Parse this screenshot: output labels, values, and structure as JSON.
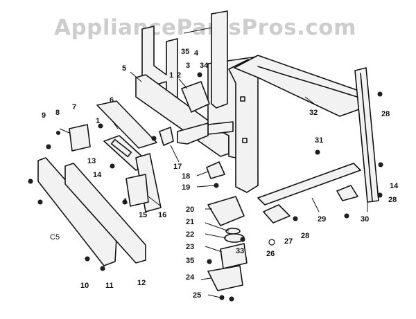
{
  "watermark": "AppliancePartsPros.com",
  "section_code": "C5",
  "labels": {
    "n1": "1",
    "n2": "2",
    "n3": "3",
    "n4": "4",
    "n5": "5",
    "n6": "6",
    "n7": "7",
    "n8": "8",
    "n9": "9",
    "n10": "10",
    "n11": "11",
    "n12": "12",
    "n13": "13",
    "n14a": "14",
    "n14b": "14",
    "n15": "15",
    "n16": "16",
    "n17": "17",
    "n18": "18",
    "n19": "19",
    "n20": "20",
    "n21": "21",
    "n22": "22",
    "n23": "23",
    "n24": "24",
    "n25": "25",
    "n26": "26",
    "n27": "27",
    "n28a": "28",
    "n28b": "28",
    "n28c": "28",
    "n29": "29",
    "n30": "30",
    "n31": "31",
    "n32": "32",
    "n33": "33",
    "n34": "34",
    "n35a": "35",
    "n35b": "35",
    "n1b": "1",
    "n1c": "1"
  }
}
